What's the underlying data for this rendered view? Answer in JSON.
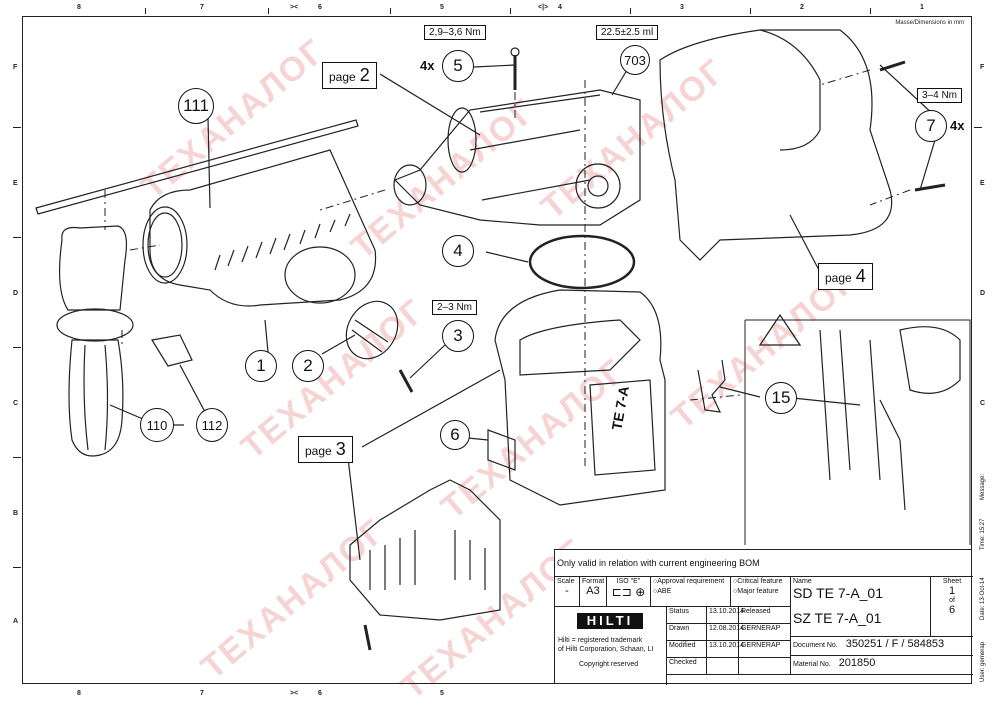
{
  "drawing": {
    "units_note": "Masse/Dimensions in mm",
    "zones_top": [
      "8",
      "7",
      "6",
      "5",
      "4",
      "3",
      "2",
      "1"
    ],
    "zones_side": [
      "F",
      "E",
      "D",
      "C",
      "B",
      "A"
    ],
    "center_marks": {
      "left": "><",
      "right": "<|>"
    }
  },
  "callouts": {
    "c111": "111",
    "c1": "1",
    "c2": "2",
    "c3": "3",
    "c4": "4",
    "c5": "5",
    "c6": "6",
    "c7": "7",
    "c15": "15",
    "c110": "110",
    "c112": "112",
    "c703": "703"
  },
  "torques": {
    "t5": "2,9–3,6 Nm",
    "t703": "22.5±2.5 ml",
    "t3": "2–3 Nm",
    "t7": "3–4 Nm"
  },
  "multipliers": {
    "m5": "4x",
    "m7": "4x"
  },
  "page_refs": {
    "p2": {
      "label": "page",
      "num": "2"
    },
    "p3": {
      "label": "page",
      "num": "3"
    },
    "p4": {
      "label": "page",
      "num": "4"
    }
  },
  "product_label": "TE 7-A",
  "watermark": "ТЕХАНАЛОГ",
  "title_block": {
    "bom_note": "Only valid in relation with current engineering BOM",
    "scale_label": "Scale",
    "scale_value": "-",
    "format_label": "Format",
    "format_value": "A3",
    "iso_label": "ISO \"E\"",
    "approval_requirement": "Approval requirement",
    "abe": "ABE",
    "critical_feature": "Critical feature",
    "major_feature": "Major feature",
    "name_label": "Name",
    "name_line1": "SD TE 7-A_01",
    "name_line2": "SZ TE 7-A_01",
    "sheet_label": "Sheet",
    "sheet_num": "1",
    "sheet_of": "of",
    "sheet_total": "6",
    "logo": "HILTI",
    "trademark_line1": "Hilti = registered trademark",
    "trademark_line2": "of Hilti Corporation, Schaan, LI",
    "copyright": "Copyright reserved",
    "rows": [
      {
        "label": "Status",
        "date": "13.10.2014",
        "value": "Released"
      },
      {
        "label": "Drawn",
        "date": "12.08.2014",
        "value": "GERNERAP"
      },
      {
        "label": "Modified",
        "date": "13.10.2014",
        "value": "GERNERAP"
      },
      {
        "label": "Checked",
        "date": "",
        "value": ""
      }
    ],
    "document_label": "Document No.",
    "document_value": "350251 / F / 584853",
    "material_label": "Material No.",
    "material_value": "201850"
  },
  "side_info": {
    "user": "User: gernerap",
    "date": "Date: 13-Oct-14",
    "time": "Time: 15:27",
    "message": "Message:"
  }
}
